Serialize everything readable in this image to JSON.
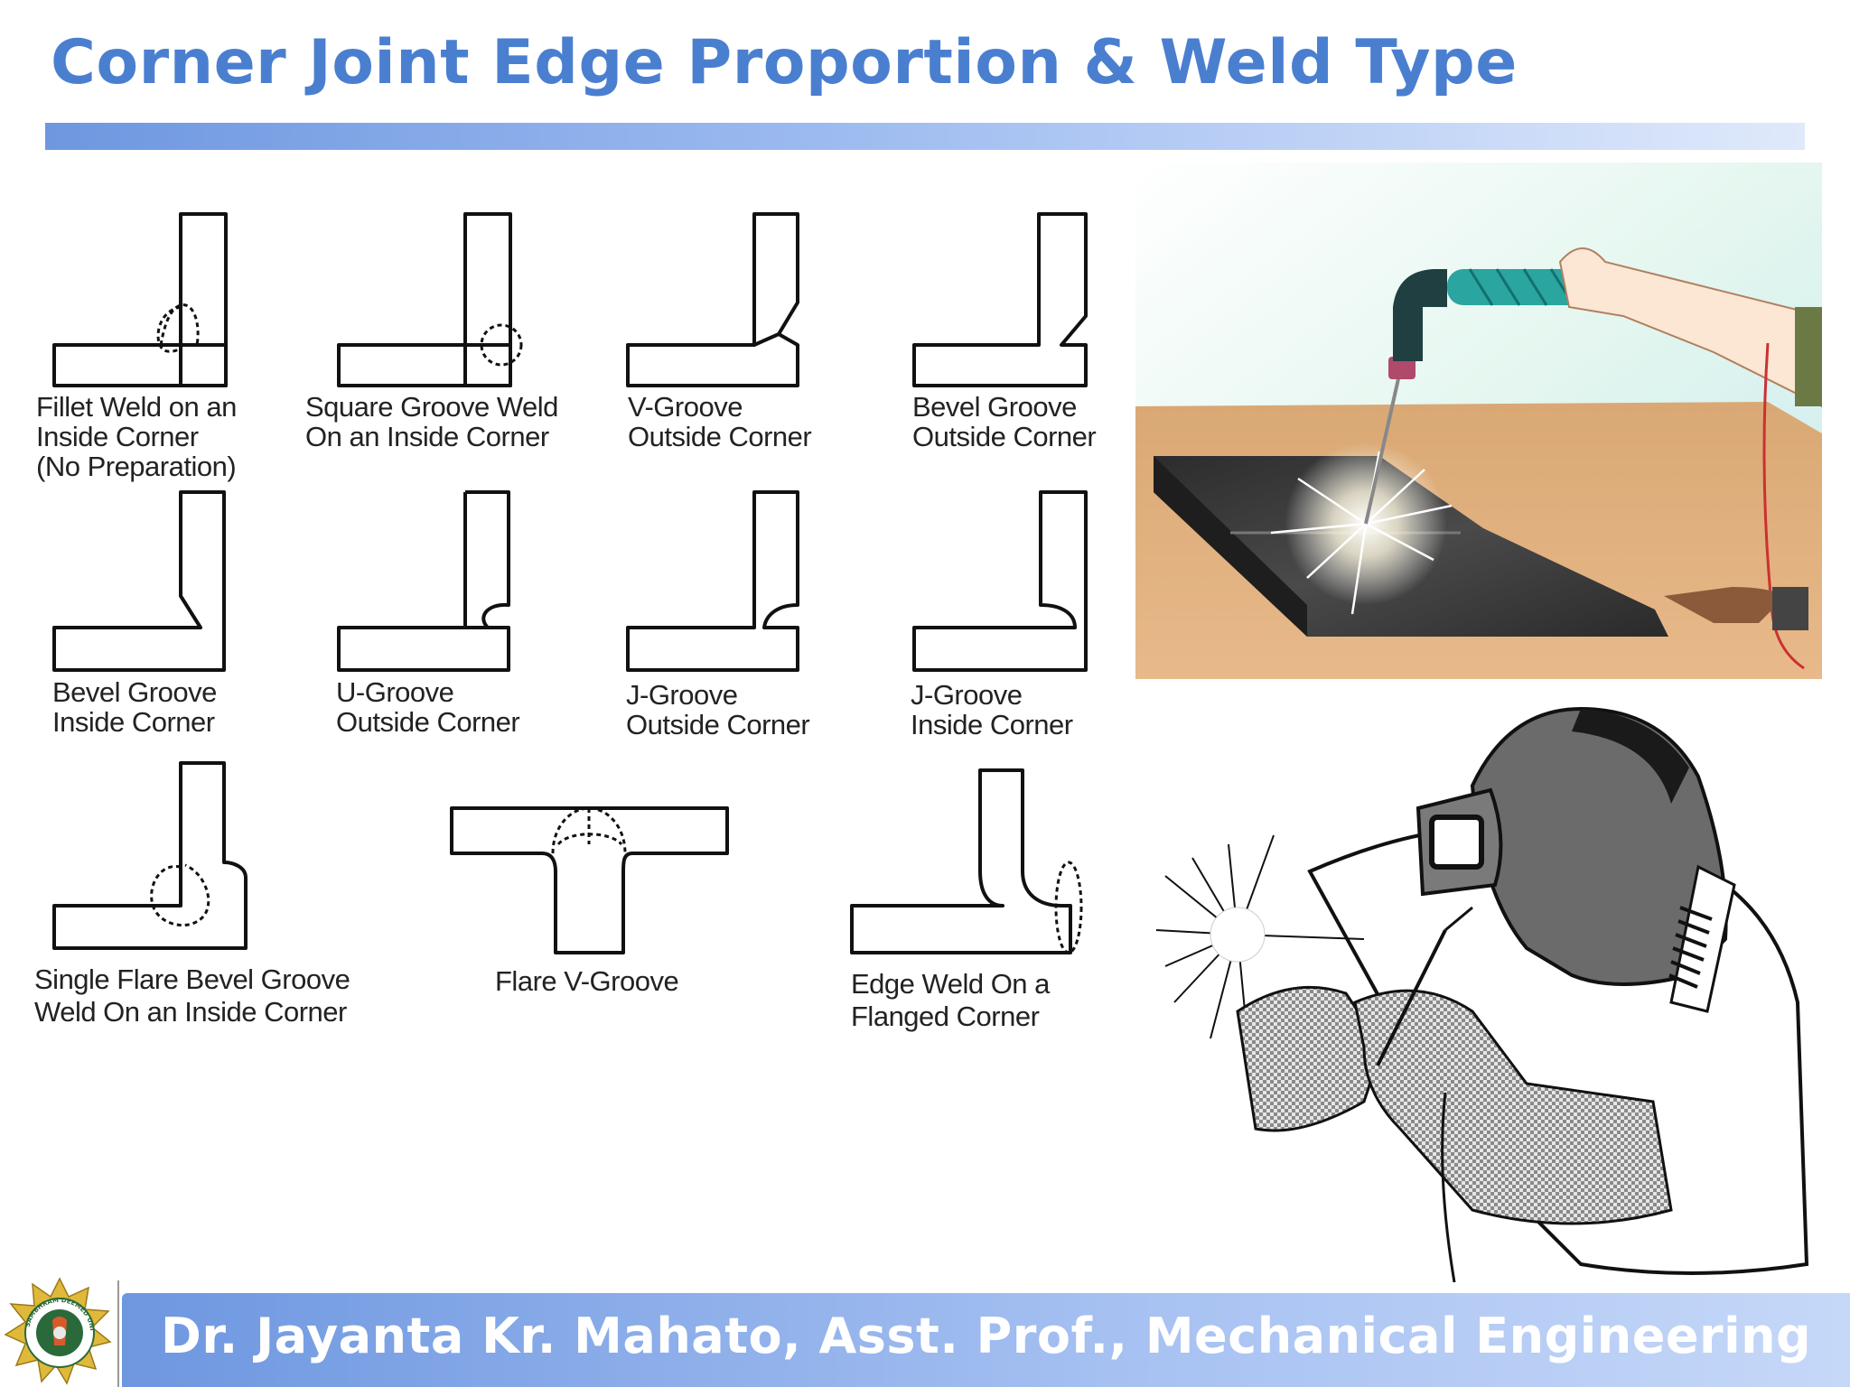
{
  "slide": {
    "title": "Corner Joint Edge Proportion & Weld Type",
    "footer": "Dr. Jayanta Kr. Mahato, Asst. Prof., Mechanical Engineering"
  },
  "diagrams": [
    {
      "line1": "Fillet Weld on an",
      "line2": "Inside Corner",
      "line3": "(No Preparation)"
    },
    {
      "line1": "Square Groove Weld",
      "line2": "On an Inside Corner"
    },
    {
      "line1": "V-Groove",
      "line2": "Outside Corner"
    },
    {
      "line1": "Bevel Groove",
      "line2": "Outside Corner"
    },
    {
      "line1": "Bevel Groove",
      "line2": "Inside Corner"
    },
    {
      "line1": "U-Groove",
      "line2": "Outside Corner"
    },
    {
      "line1": "J-Groove",
      "line2": "Outside Corner"
    },
    {
      "line1": "J-Groove",
      "line2": "Inside Corner"
    },
    {
      "line1": "Single Flare Bevel Groove",
      "line2": "Weld On an Inside Corner"
    },
    {
      "line1": "Flare V-Groove"
    },
    {
      "line1": "Edge Weld On a",
      "line2": "Flanged Corner"
    }
  ],
  "logo": {
    "ring_text": "SAMBHRAM DEEMED UNIVERSITY"
  },
  "colors": {
    "title": "#4a7fd0",
    "bar": "#6e97e0",
    "footer_text": "#ffffff"
  }
}
